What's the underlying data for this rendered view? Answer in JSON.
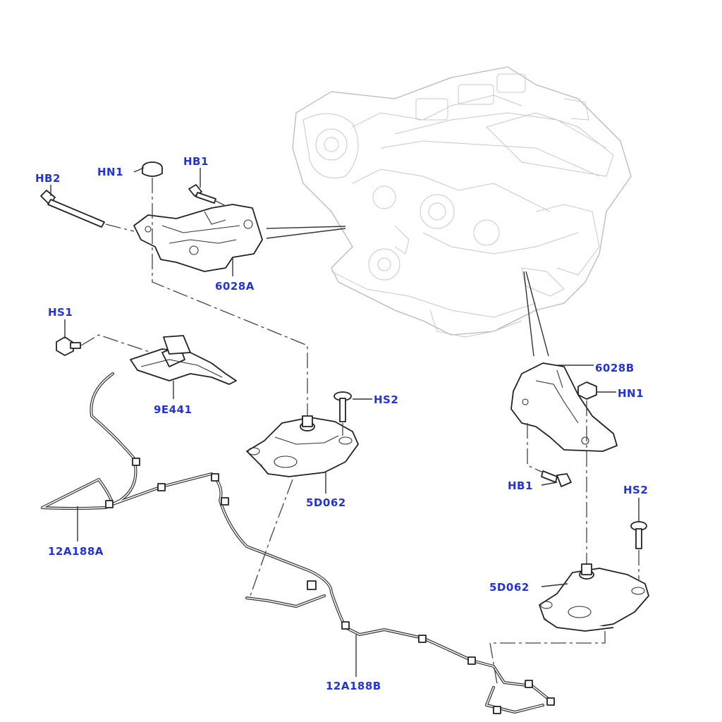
{
  "labels": {
    "hb2_left": "HB2",
    "hn1_left": "HN1",
    "hb1_left": "HB1",
    "bracket_left": "6028A",
    "hs1": "HS1",
    "harness_connector": "9E441",
    "mount_left": "5D062",
    "hs2_left": "HS2",
    "harness_left": "12A188A",
    "bracket_right": "6028B",
    "hn1_right": "HN1",
    "hb1_right": "HB1",
    "hs2_right": "HS2",
    "mount_right": "5D062",
    "harness_right": "12A188B"
  },
  "colors": {
    "callout": "#2233dd",
    "linework": "#222222",
    "engine_ghost": "#b9b9b9"
  }
}
